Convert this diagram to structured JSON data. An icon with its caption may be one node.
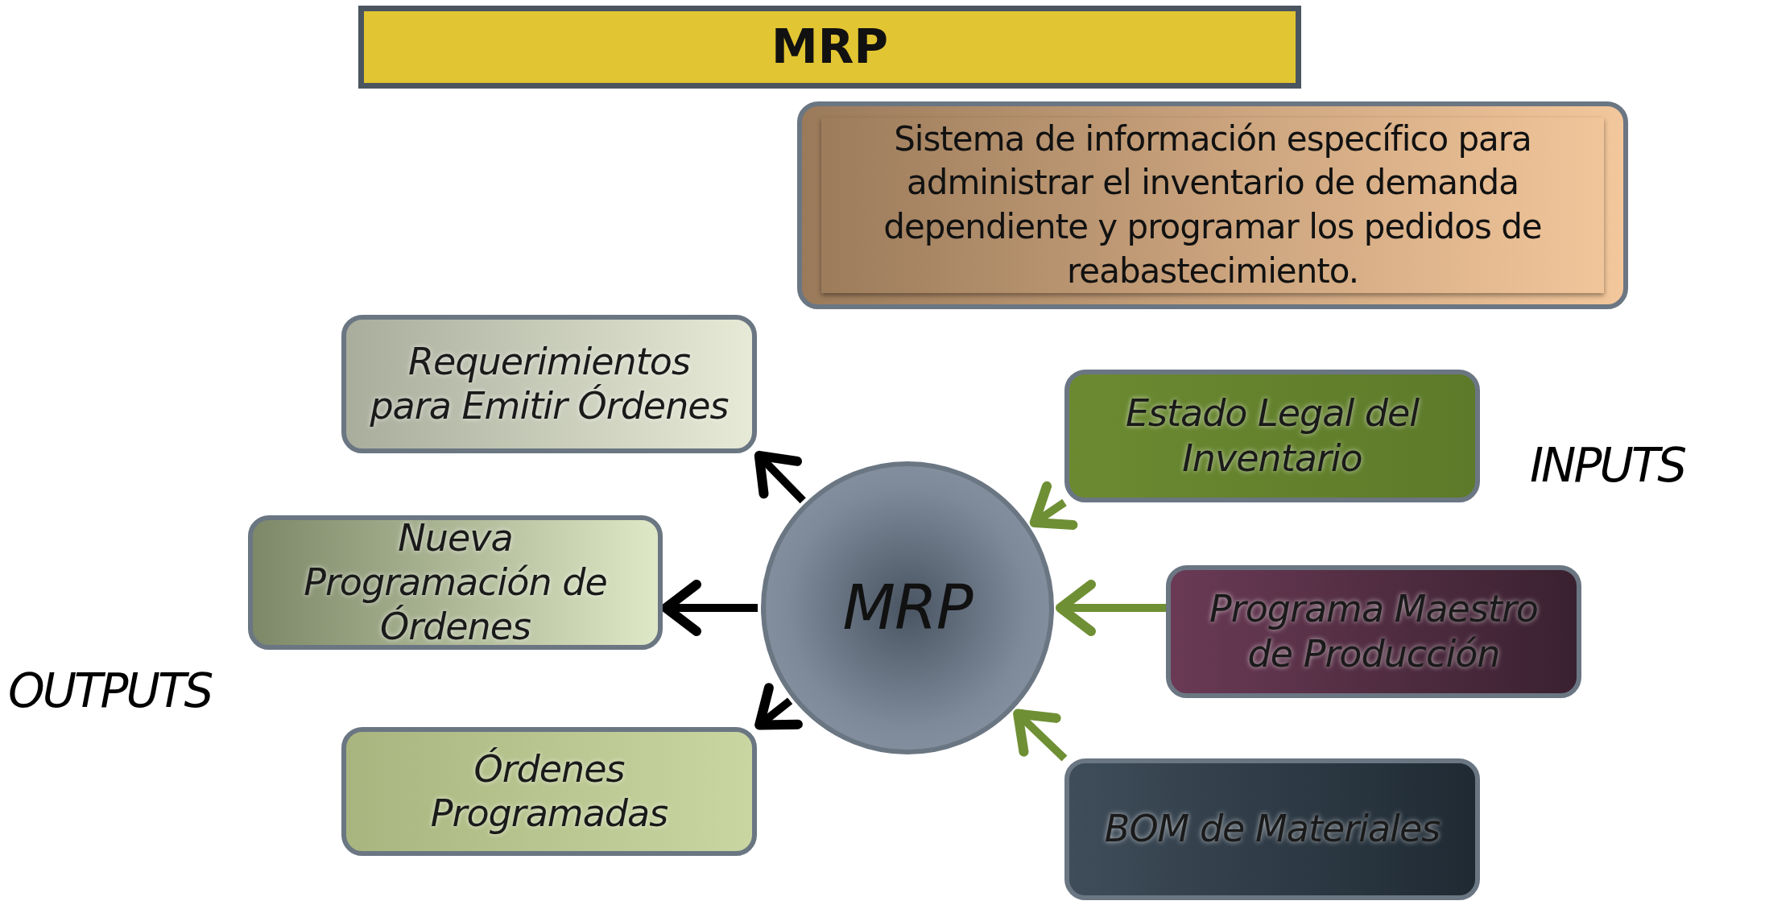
{
  "diagram": {
    "title": "MRP",
    "nodes": [
      {
        "text": [
          "Sistema de información específico para administrar el inventario de demanda dependiente y programar los pedidos de reabastecimiento."
        ]
      },
      {
        "text": [
          "Requerimientos para Emitir Órdenes"
        ]
      },
      {
        "text": [
          "Nueva Programación de Órdenes"
        ]
      },
      {
        "text": [
          "Órdenes Programadas"
        ]
      },
      {
        "text": [
          "MRP"
        ]
      },
      {
        "text": [
          "Estado Legal del Inventario"
        ]
      },
      {
        "text": [
          "Programa Maestro de Producción"
        ]
      },
      {
        "text": [
          "BOM de Materiales"
        ]
      }
    ],
    "edges": [
      {
        "from": 4,
        "to": 1,
        "arrow": "to"
      },
      {
        "from": 4,
        "to": 2,
        "arrow": "to"
      },
      {
        "from": 4,
        "to": 3,
        "arrow": "to"
      },
      {
        "from": 5,
        "to": 4,
        "arrow": "to",
        "color": "#6f8f35"
      },
      {
        "from": 6,
        "to": 4,
        "arrow": "to",
        "color": "#6f8f35"
      },
      {
        "from": 7,
        "to": 4,
        "arrow": "to",
        "color": "#6f8f35"
      }
    ],
    "labels": [
      "INPUTS",
      "OUTPUTS"
    ]
  }
}
